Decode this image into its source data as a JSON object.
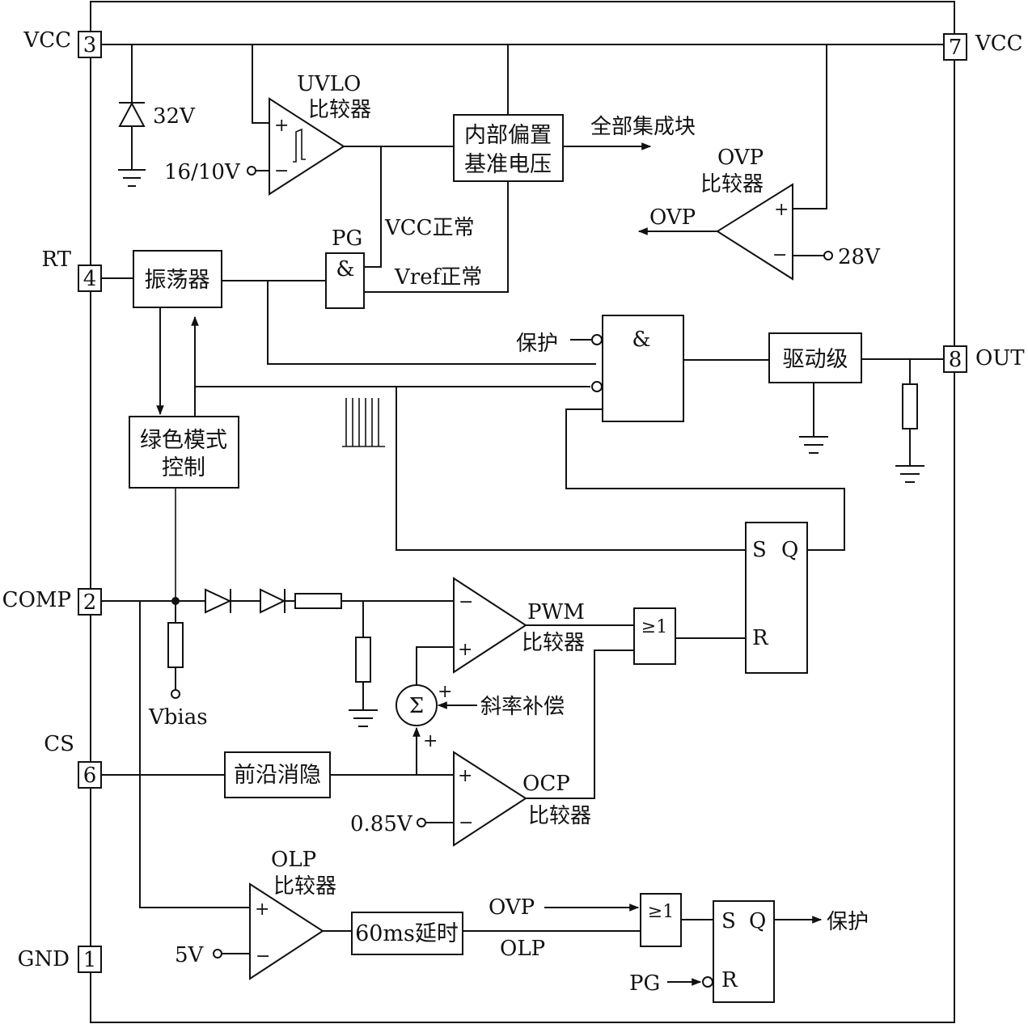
{
  "pins": {
    "vcc_left": {
      "name": "VCC",
      "num": "3"
    },
    "vcc_right": {
      "name": "VCC",
      "num": "7"
    },
    "rt": {
      "name": "RT",
      "num": "4"
    },
    "comp": {
      "name": "COMP",
      "num": "2"
    },
    "cs": {
      "name": "CS",
      "num": "6"
    },
    "gnd": {
      "name": "GND",
      "num": "1"
    },
    "out": {
      "name": "OUT",
      "num": "8"
    }
  },
  "zener": "32V",
  "uvlo": {
    "title": "UVLO",
    "subtitle": "比较器",
    "ref": "16/10V",
    "plus": "+",
    "minus": "−"
  },
  "bias": {
    "line1": "内部偏置",
    "line2": "基准电压",
    "out_label": "全部集成块"
  },
  "ovp": {
    "title": "OVP",
    "subtitle": "比较器",
    "ref": "28V",
    "out_label": "OVP",
    "plus": "+",
    "minus": "−"
  },
  "pg": {
    "label": "PG",
    "gate": "&",
    "vcc_ok": "VCC正常",
    "vref_ok": "Vref正常"
  },
  "oscillator": "振荡器",
  "green_mode": {
    "line1": "绿色模式",
    "line2": "控制"
  },
  "and_gate": {
    "symbol": "&",
    "protect_label": "保护"
  },
  "driver": "驱动级",
  "sr1": {
    "s": "S",
    "q": "Q",
    "r": "R"
  },
  "or1": "≥1",
  "pwm": {
    "title": "PWM",
    "subtitle": "比较器",
    "plus": "+",
    "minus": "−"
  },
  "sigma": {
    "symbol": "Σ",
    "plus1": "+",
    "plus2": "+",
    "slope": "斜率补偿"
  },
  "vbias": "Vbias",
  "leb": "前沿消隐",
  "ocp": {
    "title": "OCP",
    "subtitle": "比较器",
    "ref": "0.85V",
    "plus": "+",
    "minus": "−"
  },
  "olp": {
    "title": "OLP",
    "subtitle": "比较器",
    "ref": "5V",
    "plus": "+",
    "minus": "−"
  },
  "delay": "60ms延时",
  "or2": {
    "symbol": "≥1",
    "in1": "OVP",
    "in2": "OLP"
  },
  "sr2": {
    "s": "S",
    "q": "Q",
    "r": "R",
    "pg_in": "PG",
    "out_label": "保护"
  }
}
